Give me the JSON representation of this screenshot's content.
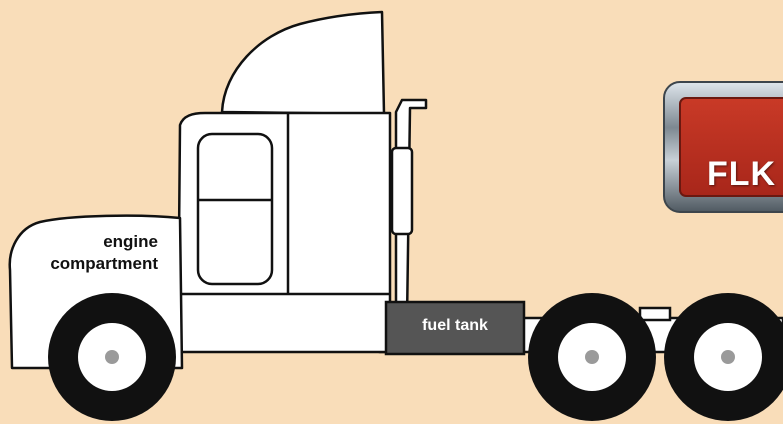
{
  "labels": {
    "engine_line1": "engine",
    "engine_line2": "compartment",
    "fuel_tank": "fuel tank"
  },
  "badge": {
    "text": "FLK"
  },
  "colors": {
    "background": "#f9ddb9",
    "outline": "#111111",
    "tank": "#555555",
    "badge_red": "#b52a1c",
    "badge_frame": "#9aa4ad",
    "hub": "#9a9a9a"
  }
}
